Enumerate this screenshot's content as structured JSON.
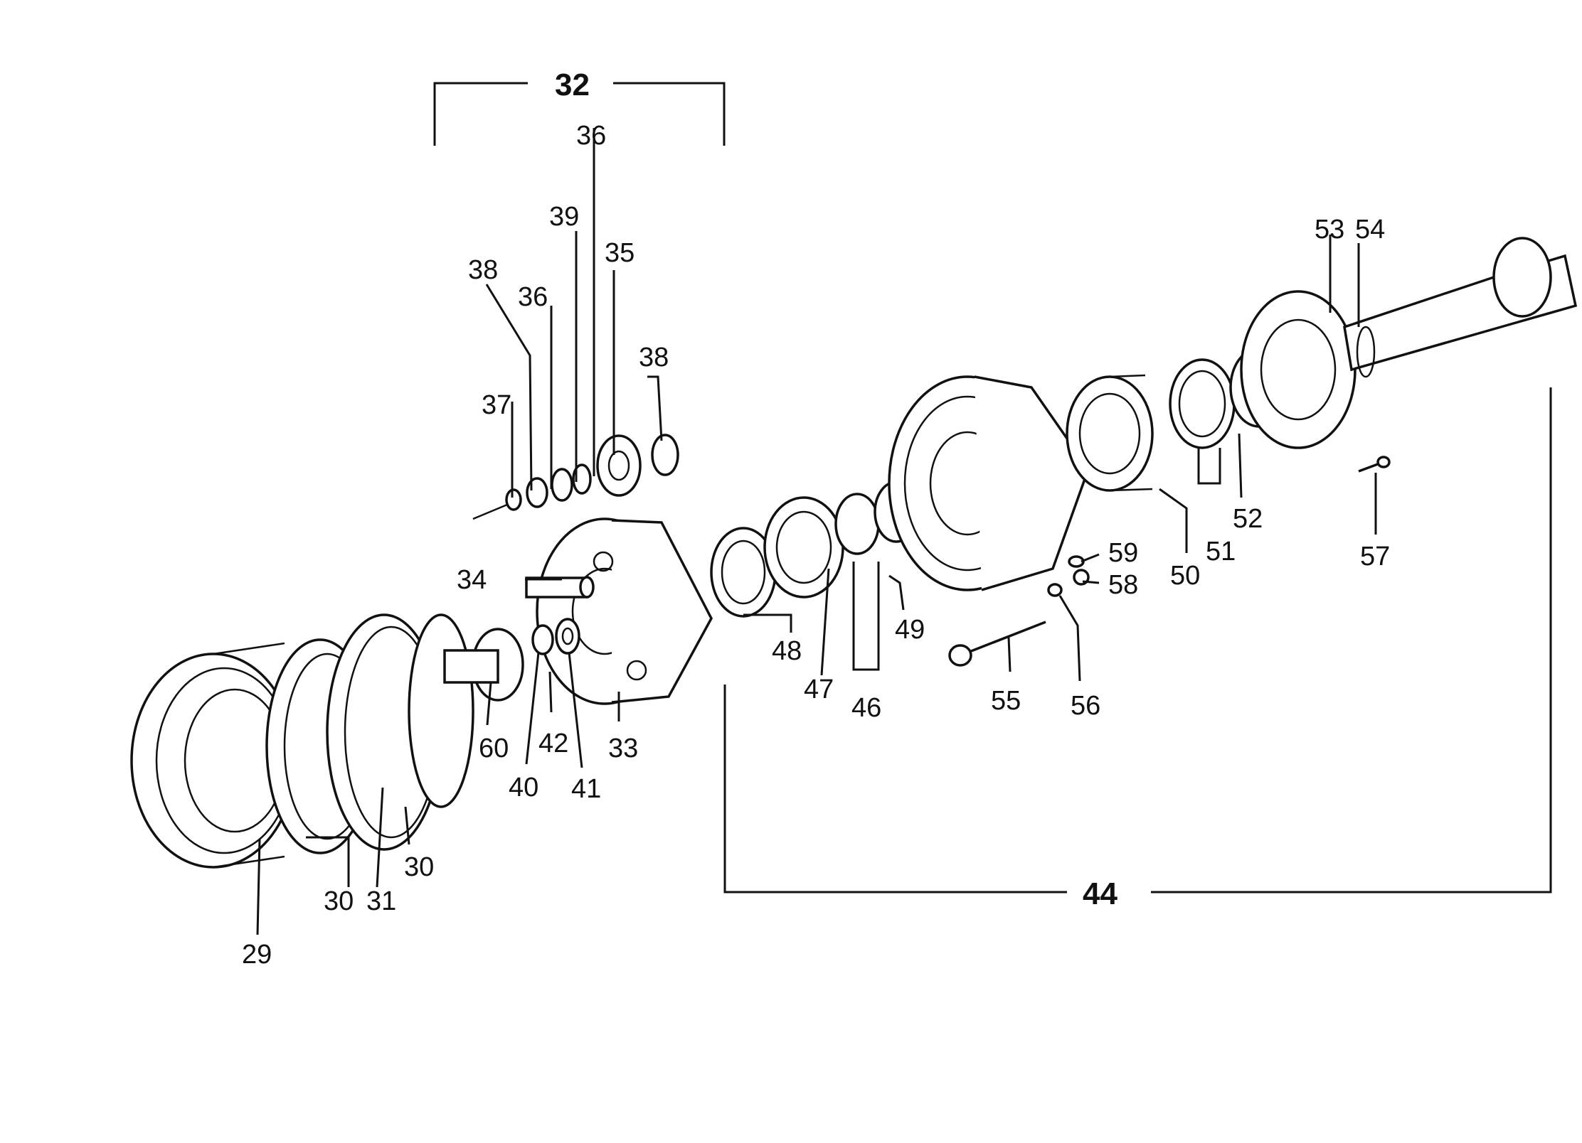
{
  "assemblies": {
    "group_32": "32",
    "group_44": "44"
  },
  "callouts": {
    "c29": "29",
    "c30a": "30",
    "c30b": "30",
    "c31": "31",
    "c33": "33",
    "c34": "34",
    "c35": "35",
    "c36a": "36",
    "c36b": "36",
    "c37": "37",
    "c38a": "38",
    "c38b": "38",
    "c39": "39",
    "c40": "40",
    "c41": "41",
    "c42": "42",
    "c46": "46",
    "c47": "47",
    "c48": "48",
    "c49": "49",
    "c50": "50",
    "c51": "51",
    "c52": "52",
    "c53": "53",
    "c54": "54",
    "c55": "55",
    "c56": "56",
    "c57": "57",
    "c58": "58",
    "c59": "59",
    "c60": "60"
  }
}
